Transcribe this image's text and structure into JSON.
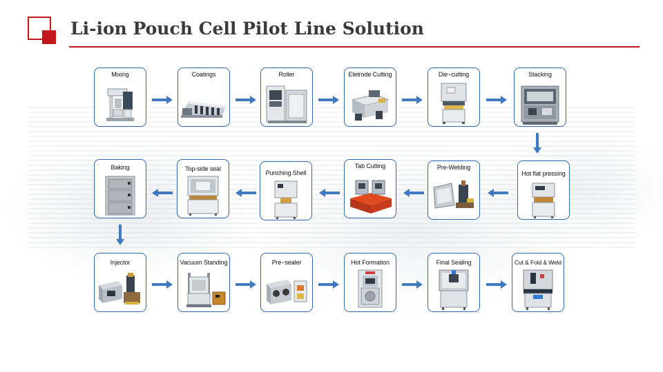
{
  "header": {
    "title": "Li-ion Pouch Cell Pilot Line Solution"
  },
  "rows": [
    {
      "direction": "right",
      "steps": [
        {
          "id": "mixing",
          "label": "Mixing",
          "icon": "mixer-machine-icon"
        },
        {
          "id": "coatings",
          "label": "Coatings",
          "icon": "coating-line-icon"
        },
        {
          "id": "roller",
          "label": "Roller",
          "icon": "roller-press-icon"
        },
        {
          "id": "electrode-cutting",
          "label": "Eletrode Cutting",
          "icon": "slitting-machine-icon"
        },
        {
          "id": "die-cutting",
          "label": "Die−cutting",
          "icon": "die-cutter-icon"
        },
        {
          "id": "stacking",
          "label": "Stacking",
          "icon": "stacking-machine-icon"
        }
      ]
    },
    {
      "direction": "left",
      "steps": [
        {
          "id": "hot-flat-pressing",
          "label": "Hot flat pressing",
          "icon": "hot-press-icon"
        },
        {
          "id": "pre-welding",
          "label": "Pre-Welding",
          "icon": "ultrasonic-welder-icon"
        },
        {
          "id": "tab-cutting",
          "label": "Tab Cutting",
          "icon": "tab-cutter-icon"
        },
        {
          "id": "punching-shell",
          "label": "Punching Shell",
          "icon": "punching-machine-icon"
        },
        {
          "id": "top-side-seal",
          "label": "Top-side seal",
          "icon": "sealing-machine-icon"
        },
        {
          "id": "baking",
          "label": "Baking",
          "icon": "oven-icon"
        }
      ]
    },
    {
      "direction": "right",
      "steps": [
        {
          "id": "injector",
          "label": "Injector",
          "icon": "electrolyte-injector-icon"
        },
        {
          "id": "vacuum-standing",
          "label": "Vacuum Standing",
          "icon": "vacuum-chamber-icon"
        },
        {
          "id": "pre-sealer",
          "label": "Pre−sealer",
          "icon": "glovebox-sealer-icon"
        },
        {
          "id": "hot-formation",
          "label": "Hot Formation",
          "icon": "formation-machine-icon"
        },
        {
          "id": "final-sealing",
          "label": "Final Sealing",
          "icon": "final-sealer-icon"
        },
        {
          "id": "cut-fold-weld",
          "label": "Cut & Fold & Weld",
          "icon": "cut-fold-welder-icon"
        }
      ]
    }
  ],
  "colors": {
    "accent": "#c0161c",
    "box_border": "#2f67ad",
    "arrow": "#3f79c2",
    "title": "#3a3a3a"
  }
}
